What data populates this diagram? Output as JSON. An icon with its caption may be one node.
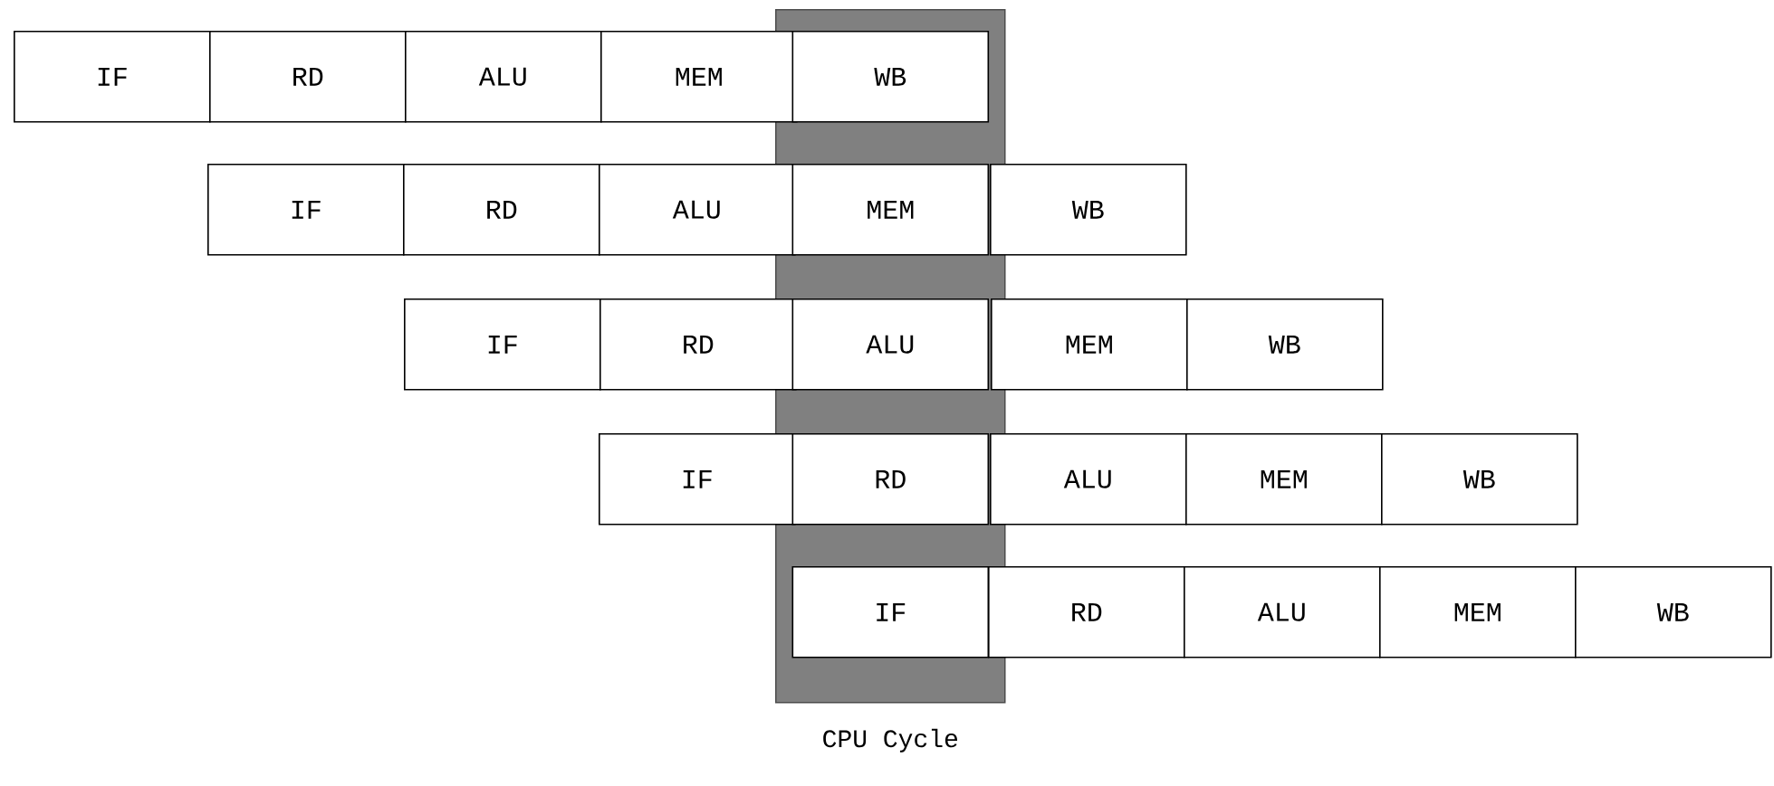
{
  "diagram": {
    "nodes": [
      {
        "text": [],
        "shape": "bar",
        "beside": [
          "CPU Cycle"
        ]
      },
      {
        "text": [
          "IF"
        ]
      },
      {
        "text": [
          "RD"
        ]
      },
      {
        "text": [
          "ALU"
        ]
      },
      {
        "text": [
          "MEM"
        ]
      },
      {
        "text": [
          "WB"
        ],
        "in": 0
      },
      {
        "text": [
          "IF"
        ]
      },
      {
        "text": [
          "RD"
        ]
      },
      {
        "text": [
          "ALU"
        ]
      },
      {
        "text": [
          "MEM"
        ],
        "in": 0
      },
      {
        "text": [
          "WB"
        ]
      },
      {
        "text": [
          "IF"
        ]
      },
      {
        "text": [
          "RD"
        ]
      },
      {
        "text": [
          "ALU"
        ],
        "in": 0
      },
      {
        "text": [
          "MEM"
        ]
      },
      {
        "text": [
          "WB"
        ]
      },
      {
        "text": [
          "IF"
        ]
      },
      {
        "text": [
          "RD"
        ],
        "in": 0
      },
      {
        "text": [
          "ALU"
        ]
      },
      {
        "text": [
          "MEM"
        ]
      },
      {
        "text": [
          "WB"
        ]
      },
      {
        "text": [
          "IF"
        ],
        "in": 0
      },
      {
        "text": [
          "RD"
        ]
      },
      {
        "text": [
          "ALU"
        ]
      },
      {
        "text": [
          "MEM"
        ]
      },
      {
        "text": [
          "WB"
        ]
      }
    ]
  }
}
